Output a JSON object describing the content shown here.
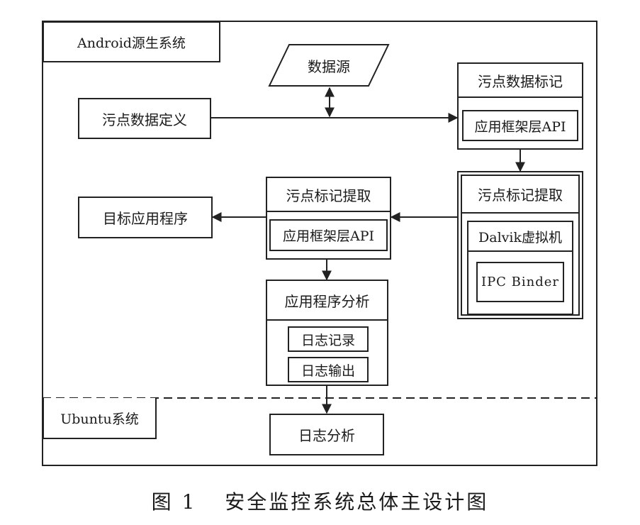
{
  "regions": {
    "android": "Android源生系统",
    "ubuntu": "Ubuntu系统"
  },
  "nodes": {
    "data_source": "数据源",
    "taint_def": "污点数据定义",
    "taint_mark": {
      "title": "污点数据标记",
      "inner": "应用框架层API"
    },
    "taint_extract_right": {
      "title": "污点标记提取",
      "vm": "Dalvik虚拟机",
      "binder": "IPC Binder"
    },
    "taint_extract_mid": {
      "title": "污点标记提取",
      "inner": "应用框架层API"
    },
    "target_app": "目标应用程序",
    "app_analysis": {
      "title": "应用程序分析",
      "log_record": "日志记录",
      "log_output": "日志输出"
    },
    "log_analysis": "日志分析"
  },
  "caption": {
    "figure_no": "图 1",
    "title": "安全监控系统总体主设计图"
  }
}
